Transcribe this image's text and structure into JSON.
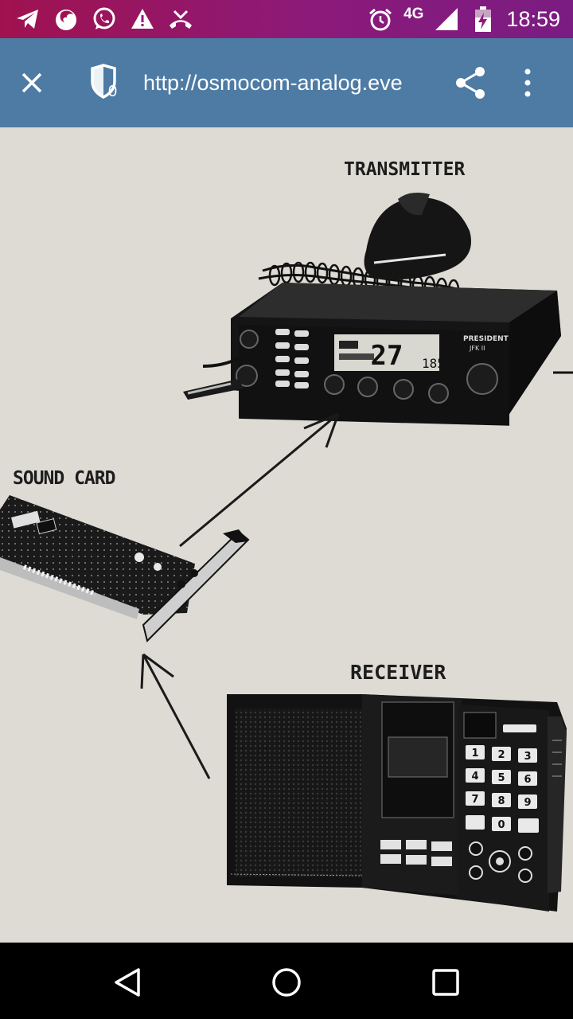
{
  "status_bar": {
    "time": "18:59",
    "network": "4G",
    "icons": [
      "telegram-icon",
      "firefox-icon",
      "whatsapp-icon",
      "warning-icon",
      "missed-call-icon",
      "alarm-icon",
      "signal-icon",
      "battery-charging-icon"
    ]
  },
  "toolbar": {
    "url": "http://osmocom-analog.eve",
    "tracker_count": "0",
    "icons": [
      "close-icon",
      "shield-icon",
      "share-icon",
      "more-vert-icon"
    ]
  },
  "diagram": {
    "transmitter_label": "TRANSMITTER",
    "sound_card_label": "SOUND CARD",
    "receiver_label": "RECEIVER"
  },
  "nav_bar": {
    "icons": [
      "back-icon",
      "home-icon",
      "recents-icon"
    ]
  },
  "colors": {
    "status_bar": "#8c1a7a",
    "toolbar": "#4d7ba3",
    "paper": "#dddbd4"
  }
}
